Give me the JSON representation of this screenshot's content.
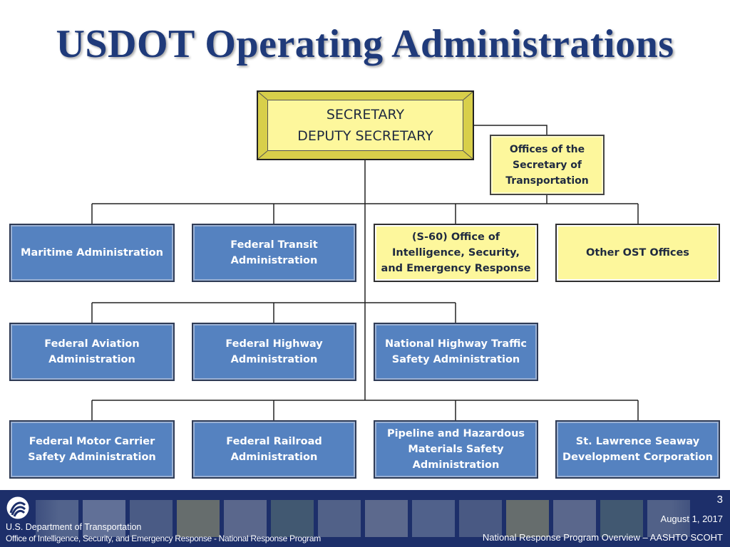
{
  "title": "USDOT Operating Administrations",
  "org": {
    "top": {
      "line1": "SECRETARY",
      "line2": "DEPUTY SECRETARY"
    },
    "ost": "Offices of the Secretary of Transportation",
    "row1": [
      "Maritime Administration",
      "Federal Transit Administration",
      "(S-60) Office of Intelligence, Security, and Emergency Response",
      "Other OST Offices"
    ],
    "row2": [
      "Federal Aviation Administration",
      "Federal Highway Administration",
      "National Highway Traffic Safety Administration"
    ],
    "row3": [
      "Federal Motor Carrier Safety Administration",
      "Federal Railroad Administration",
      "Pipeline and Hazardous Materials Safety Administration",
      "St. Lawrence Seaway Development Corporation"
    ]
  },
  "colors": {
    "title": "#1f3a7a",
    "blue_box": "#5582c0",
    "yellow_box": "#fdf79c",
    "footer": "#1d2f6a"
  },
  "footer": {
    "logo_icon": "usdot-logo-icon",
    "dept": "U.S. Department of Transportation",
    "office": "Office of Intelligence, Security, and Emergency Response - National Response Program",
    "page_number": "3",
    "date": "August 1, 2017",
    "presentation": "National Response Program Overview – AASHTO SCOHT"
  }
}
